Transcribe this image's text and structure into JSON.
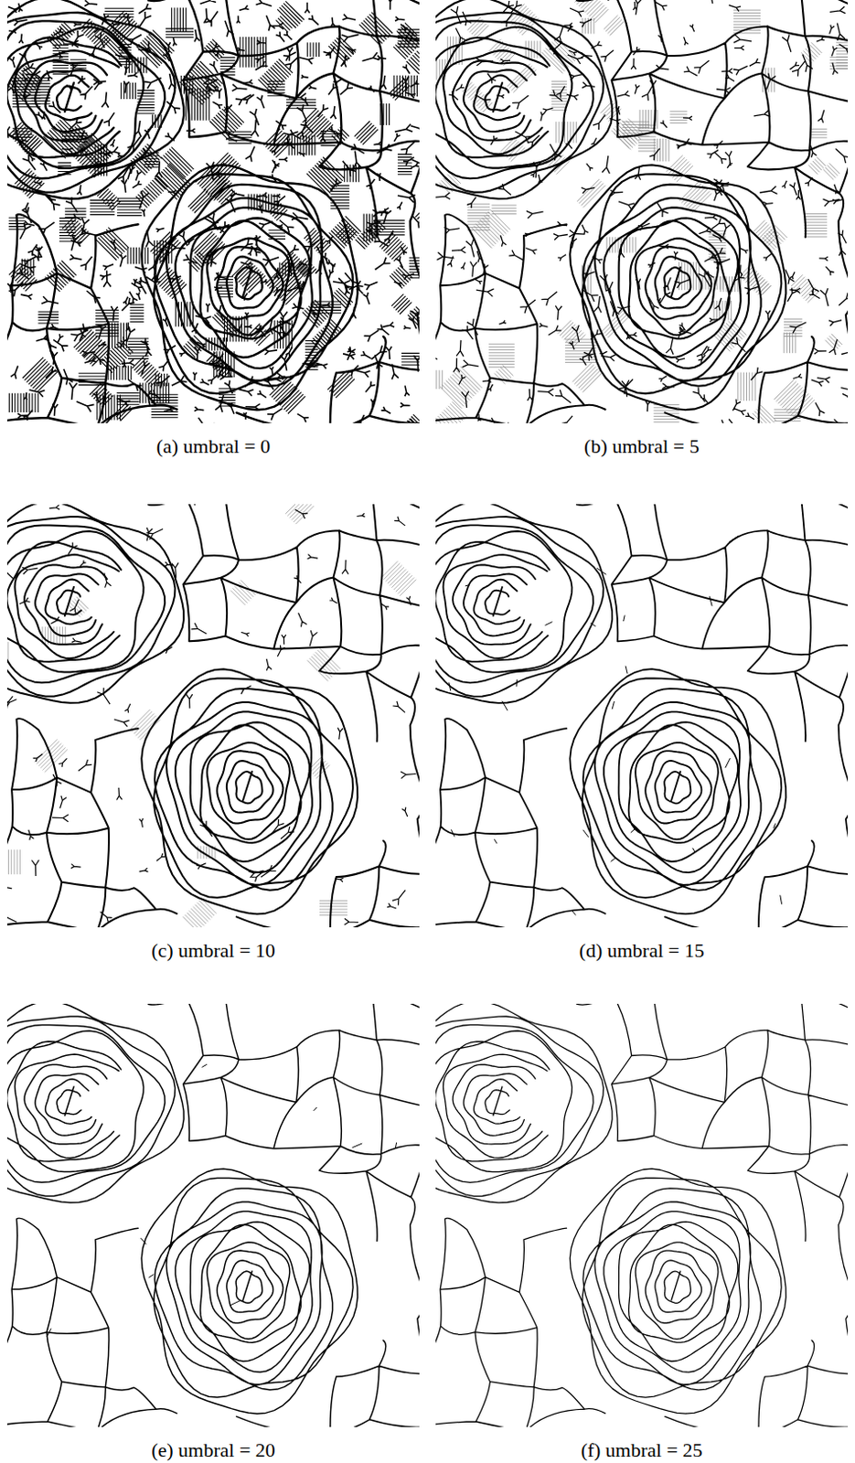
{
  "diagram": {
    "labels": [
      "(a) umbral = 0",
      "(b) umbral = 5",
      "(c) umbral = 10",
      "(d) umbral = 15",
      "(e) umbral = 20",
      "(f) umbral = 25"
    ]
  }
}
